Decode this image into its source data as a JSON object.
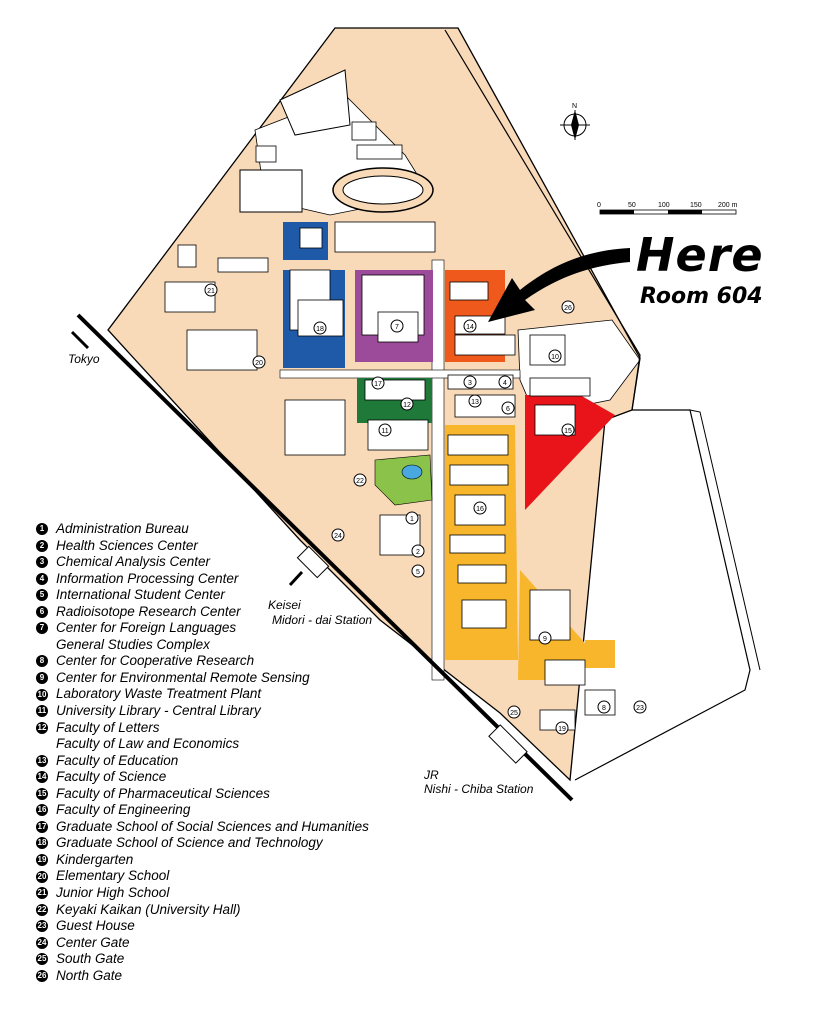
{
  "callout": {
    "title": "Here",
    "subtitle": "Room 604"
  },
  "compass": {
    "label": "N"
  },
  "scale": {
    "ticks": [
      "0",
      "50",
      "100",
      "150",
      "200 m"
    ]
  },
  "places": {
    "tokyo": "Tokyo",
    "keisei_line1": "Keisei",
    "keisei_line2": "Midori - dai Station",
    "jr_line1": "JR",
    "jr_line2": "Nishi - Chiba Station"
  },
  "legend": [
    {
      "num": "1",
      "text": "Administration Bureau"
    },
    {
      "num": "2",
      "text": "Health Sciences Center"
    },
    {
      "num": "3",
      "text": "Chemical Analysis Center"
    },
    {
      "num": "4",
      "text": "Information Processing Center"
    },
    {
      "num": "5",
      "text": "International Student Center"
    },
    {
      "num": "6",
      "text": "Radioisotope Research Center"
    },
    {
      "num": "7",
      "text": "Center for Foreign Languages"
    },
    {
      "num": "",
      "text": "General Studies Complex"
    },
    {
      "num": "8",
      "text": "Center for Cooperative Research"
    },
    {
      "num": "9",
      "text": "Center for Environmental Remote Sensing"
    },
    {
      "num": "10",
      "text": "Laboratory Waste Treatment Plant"
    },
    {
      "num": "11",
      "text": "University Library - Central Library"
    },
    {
      "num": "12",
      "text": "Faculty of Letters"
    },
    {
      "num": "",
      "text": "Faculty of Law and Economics"
    },
    {
      "num": "13",
      "text": "Faculty of Education"
    },
    {
      "num": "14",
      "text": "Faculty of Science"
    },
    {
      "num": "15",
      "text": "Faculty of Pharmaceutical Sciences"
    },
    {
      "num": "16",
      "text": "Faculty of Engineering"
    },
    {
      "num": "17",
      "text": "Graduate School of Social Sciences and Humanities"
    },
    {
      "num": "18",
      "text": "Graduate School of Science and Technology"
    },
    {
      "num": "19",
      "text": "Kindergarten"
    },
    {
      "num": "20",
      "text": "Elementary School"
    },
    {
      "num": "21",
      "text": "Junior High School"
    },
    {
      "num": "22",
      "text": "Keyaki Kaikan (University Hall)"
    },
    {
      "num": "23",
      "text": "Guest House"
    },
    {
      "num": "24",
      "text": "Center Gate"
    },
    {
      "num": "25",
      "text": "South Gate"
    },
    {
      "num": "26",
      "text": "North Gate"
    }
  ],
  "markers": [
    "7",
    "14",
    "15",
    "16",
    "18",
    "21",
    "20",
    "17",
    "12",
    "11",
    "22",
    "1",
    "2",
    "5",
    "3",
    "4",
    "13",
    "6",
    "10",
    "9",
    "8",
    "19",
    "23",
    "24",
    "25",
    "26"
  ],
  "colors": {
    "campus": "#f8d9b8",
    "science_orange": "#ef5a1c",
    "pharma_red": "#e8141a",
    "engineering_yellow": "#f7b62c",
    "letters_green": "#1f7a3a",
    "graduate_blue": "#1f5aa8",
    "languages_purple": "#9c4a9a",
    "park_green": "#8bc34a",
    "pond_blue": "#4aa8e0"
  }
}
